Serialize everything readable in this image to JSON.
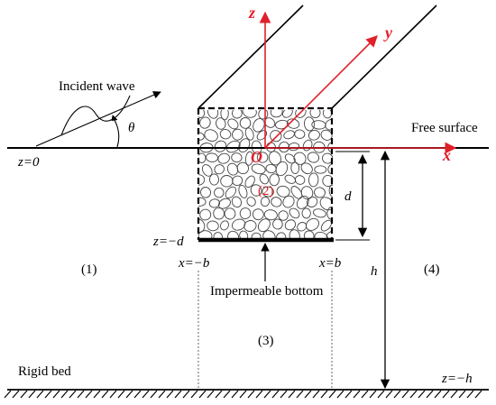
{
  "labels": {
    "incident_wave": "Incident wave",
    "theta": "θ",
    "z_zero": "z=0",
    "free_surface": "Free surface",
    "origin": "O",
    "axis_x": "x",
    "axis_y": "y",
    "axis_z": "z",
    "d": "d",
    "h": "h",
    "z_minus_d": "z=−d",
    "x_minus_b": "x=−b",
    "x_plus_b": "x=b",
    "impermeable_bottom": "Impermeable bottom",
    "rigid_bed": "Rigid bed",
    "z_minus_h": "z=−h",
    "region_1": "(1)",
    "region_2": "(2)",
    "region_3": "(3)",
    "region_4": "(4)"
  },
  "colors": {
    "line": "#000000",
    "axis": "#e0202a",
    "background": "#ffffff"
  },
  "icons": {
    "porous_fill": "rubble-stones-pattern",
    "rigid_bed": "ground-hatching"
  }
}
